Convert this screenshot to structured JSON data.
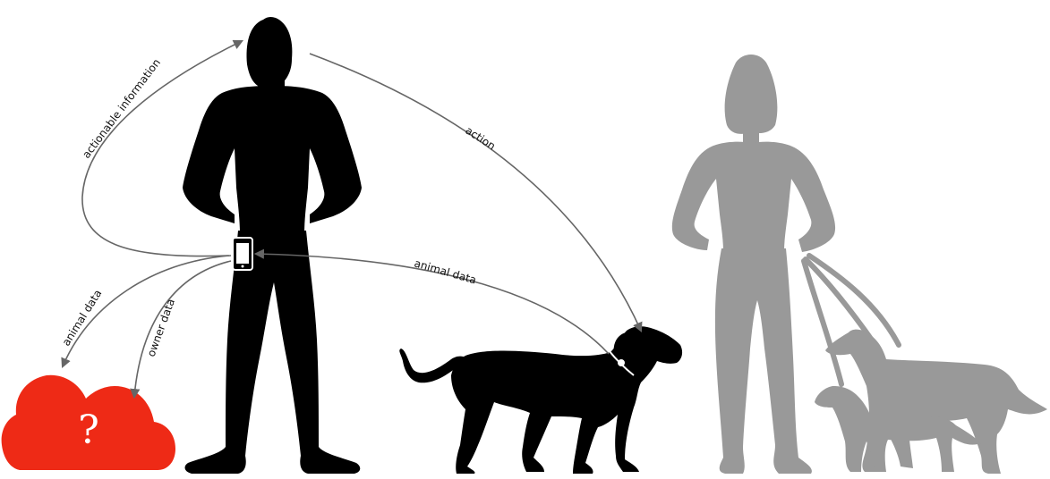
{
  "colors": {
    "primary_figure": "#000000",
    "secondary_figure": "#999999",
    "arrow": "#666666",
    "cloud": "#ee2a16",
    "cloud_symbol": "#ffffff",
    "label": "#111111"
  },
  "icons": {
    "phone": "smartphone-icon",
    "cloud": "cloud-icon"
  },
  "labels": {
    "actionable_information": "actionable information",
    "action": "action",
    "animal_data_to_phone": "animal data",
    "animal_data_to_cloud": "animal data",
    "owner_data": "owner data",
    "cloud_symbol": "?"
  }
}
